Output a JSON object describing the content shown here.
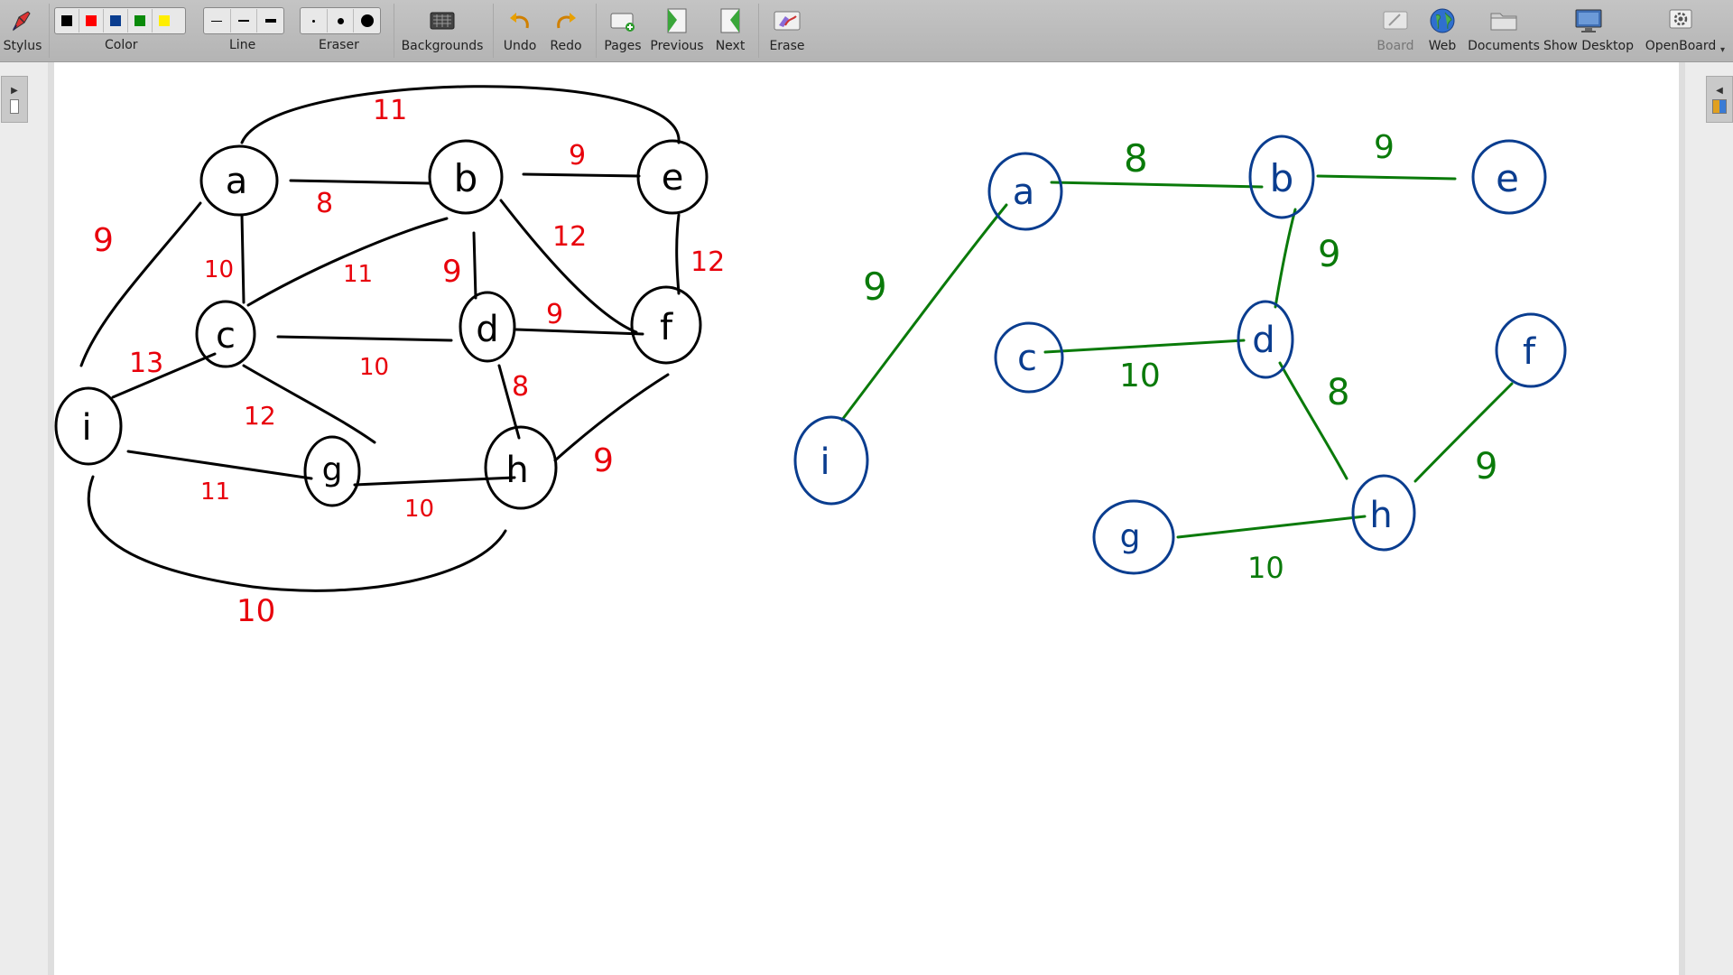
{
  "toolbar": {
    "stylus_label": "Stylus",
    "color_label": "Color",
    "line_label": "Line",
    "eraser_label": "Eraser",
    "backgrounds_label": "Backgrounds",
    "undo_label": "Undo",
    "redo_label": "Redo",
    "pages_label": "Pages",
    "previous_label": "Previous",
    "next_label": "Next",
    "erase_label": "Erase",
    "board_label": "Board",
    "web_label": "Web",
    "documents_label": "Documents",
    "show_desktop_label": "Show Desktop",
    "openboard_label": "OpenBoard",
    "colors": [
      "#000000",
      "#ff0000",
      "#0a3d8f",
      "#0a8a0a",
      "#ffee00"
    ]
  },
  "board": {
    "left_graph": {
      "nodes": [
        "a",
        "b",
        "e",
        "c",
        "d",
        "f",
        "i",
        "g",
        "h"
      ],
      "edge_weights": [
        "11",
        "8",
        "9",
        "9",
        "10",
        "11",
        "9",
        "12",
        "12",
        "13",
        "10",
        "9",
        "8",
        "12",
        "9",
        "11",
        "10",
        "10"
      ]
    },
    "right_graph": {
      "nodes": [
        "a",
        "b",
        "e",
        "c",
        "d",
        "f",
        "i",
        "g",
        "h"
      ],
      "edge_weights": [
        "8",
        "9",
        "9",
        "9",
        "10",
        "8",
        "9",
        "10"
      ]
    },
    "ink_colors": {
      "black": "#000000",
      "red": "#e8000b",
      "blue": "#0a3d8f",
      "green": "#0a7a0a"
    }
  }
}
